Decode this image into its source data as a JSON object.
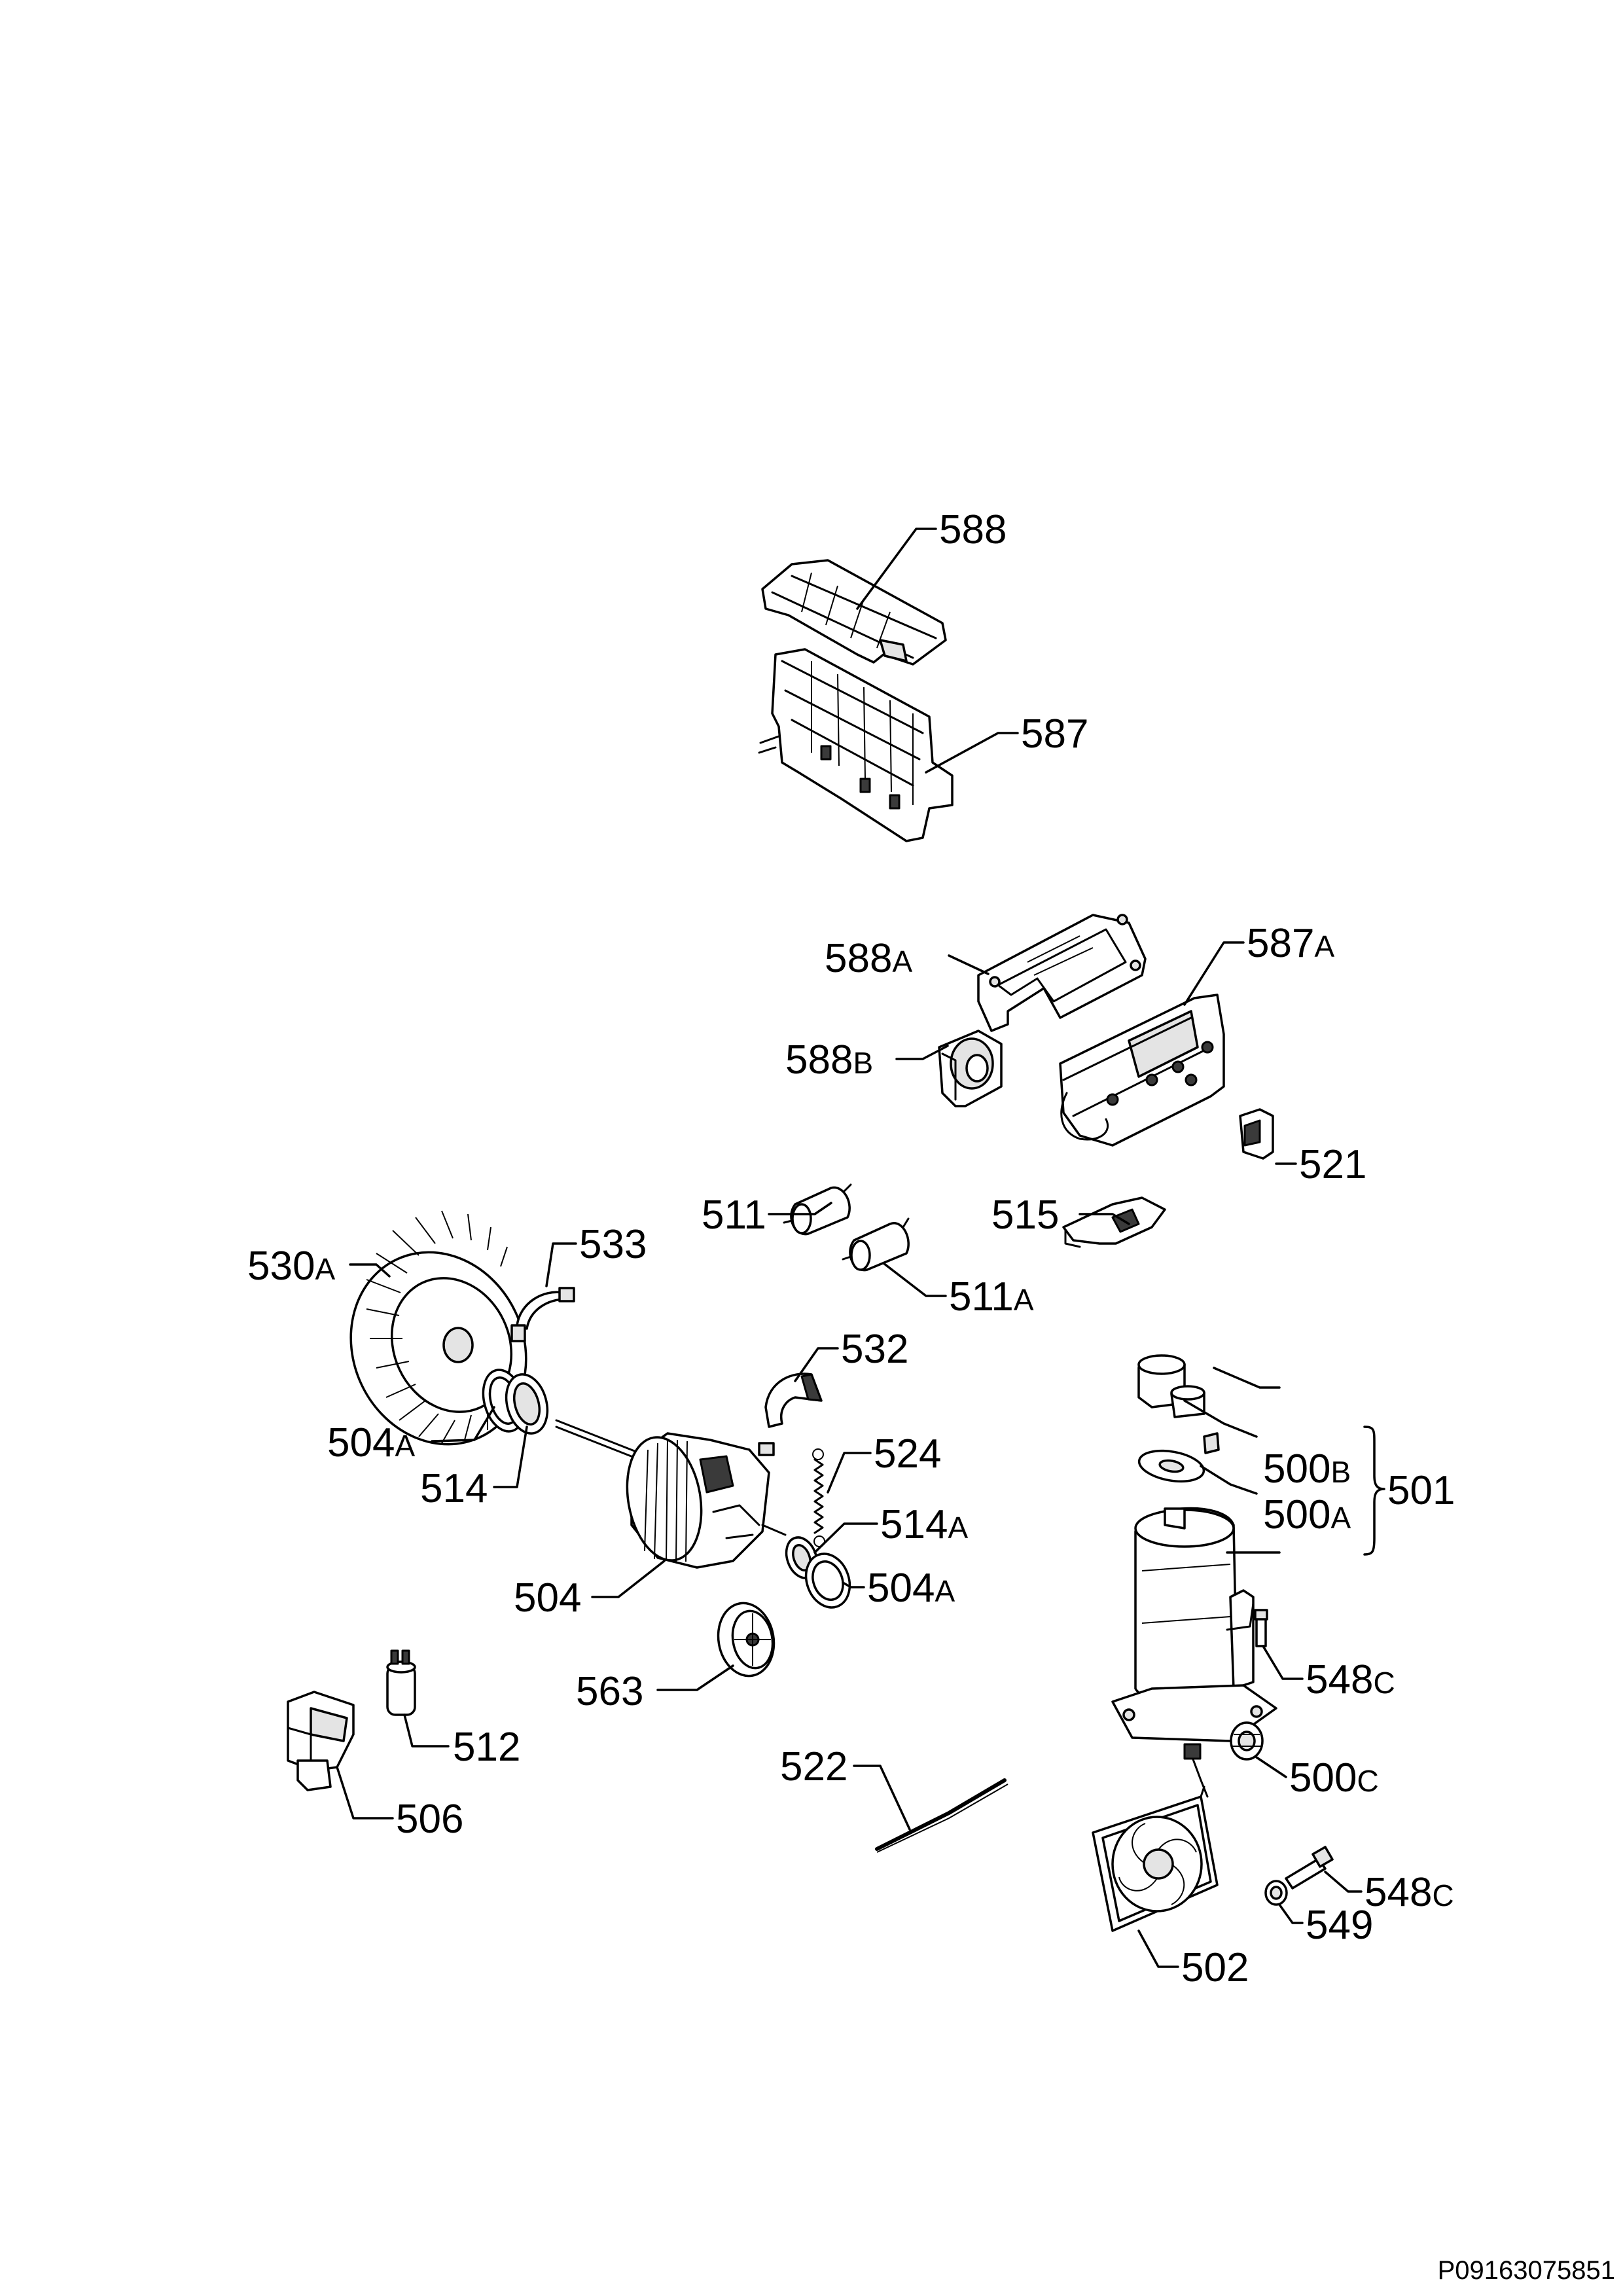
{
  "labels": {
    "l588": "588",
    "l587": "587",
    "l588A": "588",
    "l588A_suf": "A",
    "l587A": "587",
    "l587A_suf": "A",
    "l588B": "588",
    "l588B_suf": "B",
    "l511": "511",
    "l511A": "511",
    "l511A_suf": "A",
    "l515": "515",
    "l521": "521",
    "l530A": "530",
    "l530A_suf": "A",
    "l533": "533",
    "l532": "532",
    "l504A_1": "504",
    "l504A_1_suf": "A",
    "l514": "514",
    "l524": "524",
    "l514A": "514",
    "l514A_suf": "A",
    "l504": "504",
    "l504A_2": "504",
    "l504A_2_suf": "A",
    "l563": "563",
    "l512": "512",
    "l506": "506",
    "l522": "522",
    "l500B": "500",
    "l500B_suf": "B",
    "l500A": "500",
    "l500A_suf": "A",
    "l501": "501",
    "l548C_1": "548",
    "l548C_1_suf": "C",
    "l500C": "500",
    "l500C_suf": "C",
    "l548C_2": "548",
    "l548C_2_suf": "C",
    "l549": "549",
    "l502": "502"
  },
  "doc_code": "P09163075851"
}
